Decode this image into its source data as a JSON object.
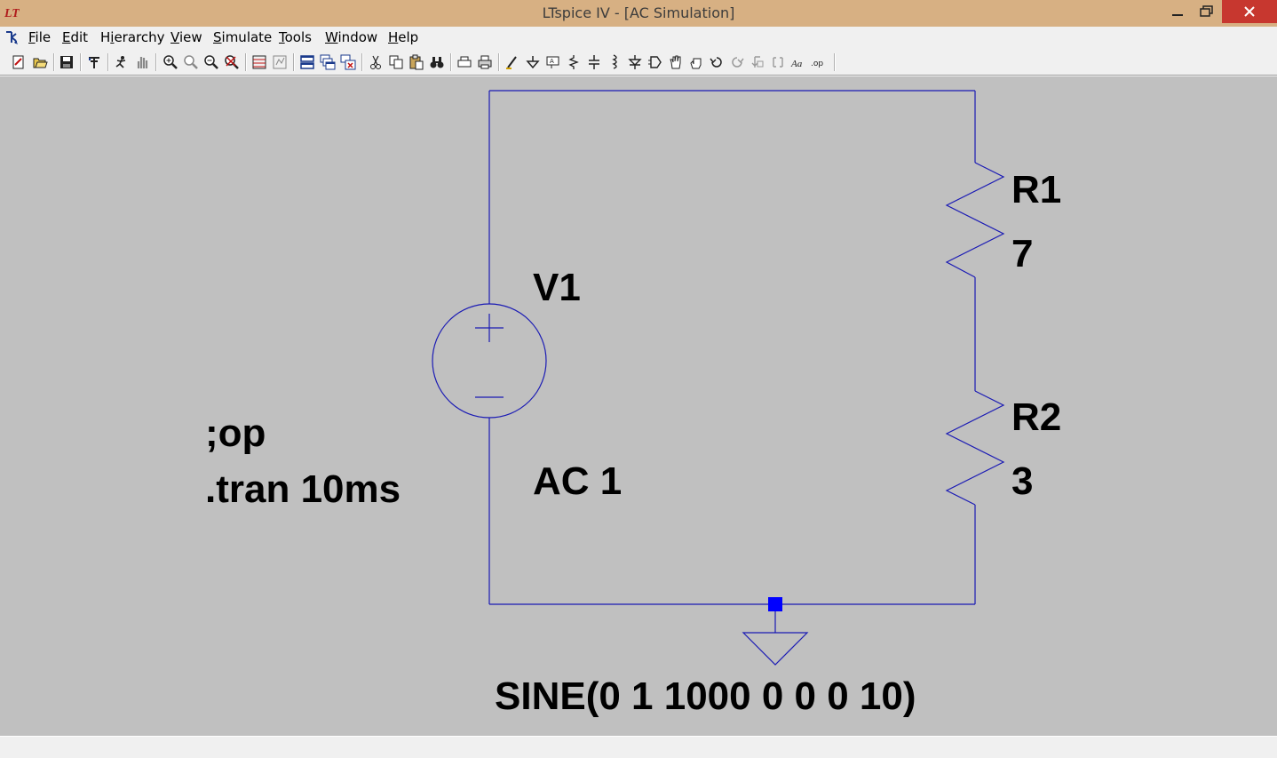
{
  "window": {
    "title": "LTspice IV - [AC Simulation]",
    "app_logo_text": "LT"
  },
  "menu": {
    "items": [
      {
        "label": "File",
        "key": "F"
      },
      {
        "label": "Edit",
        "key": "E"
      },
      {
        "label": "Hierarchy",
        "key": "i"
      },
      {
        "label": "View",
        "key": "V"
      },
      {
        "label": "Simulate",
        "key": "S"
      },
      {
        "label": "Tools",
        "key": "T"
      },
      {
        "label": "Window",
        "key": "W"
      },
      {
        "label": "Help",
        "key": "H"
      }
    ]
  },
  "toolbar": {
    "icons": [
      "new-schematic-icon",
      "open-icon",
      "save-icon",
      "control-panel-icon",
      "run-icon",
      "halt-icon",
      "zoom-in-icon",
      "zoom-pan-icon",
      "zoom-out-icon",
      "zoom-fit-icon",
      "autorange-icon",
      "tile-icon",
      "tile-horizontal-icon",
      "cascade-icon",
      "close-window-icon",
      "cut-icon",
      "copy-icon",
      "paste-icon",
      "find-icon",
      "print-setup-icon",
      "print-icon",
      "wire-icon",
      "ground-icon",
      "label-net-icon",
      "resistor-icon",
      "capacitor-icon",
      "inductor-icon",
      "diode-icon",
      "component-icon",
      "move-icon",
      "drag-icon",
      "undo-icon",
      "redo-icon",
      "rotate-icon",
      "mirror-icon",
      "text-icon",
      "spice-directive-icon"
    ],
    "text_icon_label": "Aa",
    "directive_icon_label": ".op"
  },
  "schematic": {
    "wire_color": "#1a1ab4",
    "node_color": "#0000ff",
    "source": {
      "name": "V1",
      "ac": "AC 1",
      "value": "SINE(0 1 1000 0 0 0 10)"
    },
    "resistors": [
      {
        "name": "R1",
        "value": "7"
      },
      {
        "name": "R2",
        "value": "3"
      }
    ],
    "directives": [
      ";op",
      ".tran 10ms"
    ]
  }
}
